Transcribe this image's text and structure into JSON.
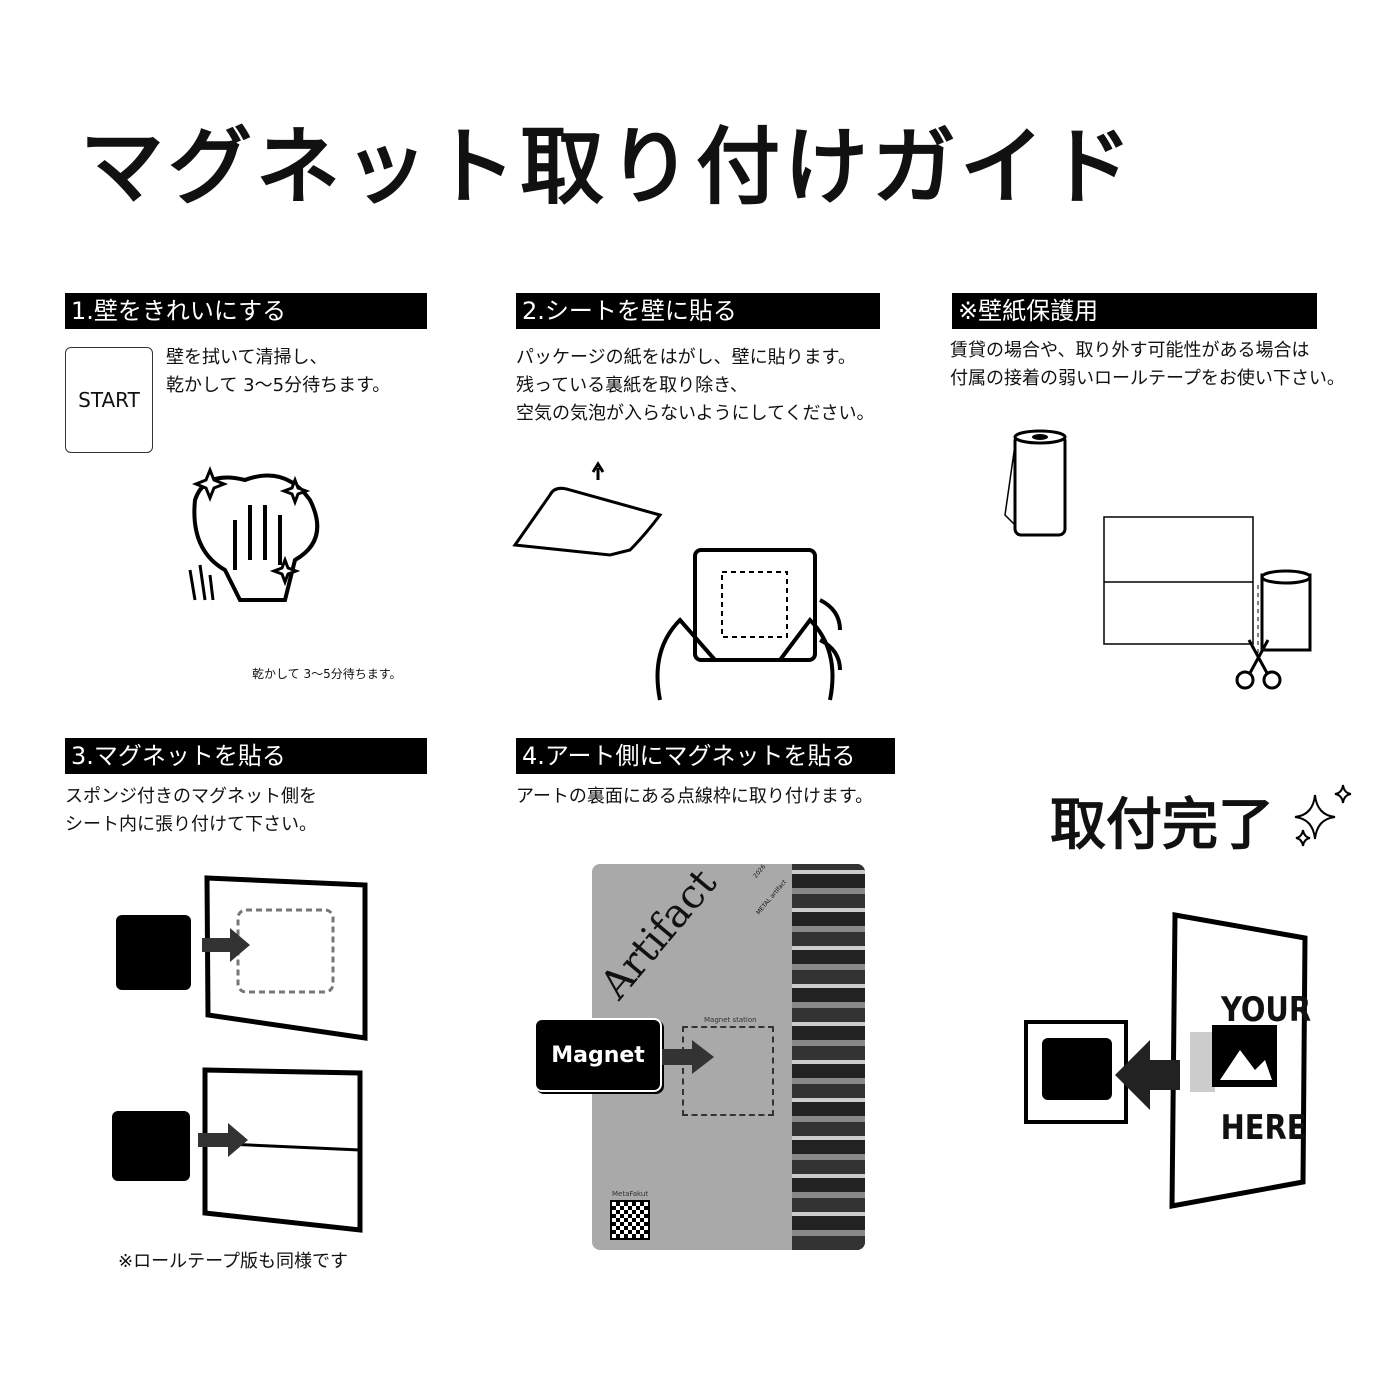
{
  "title": "マグネット取り付けガイド",
  "step1": {
    "header": "1.壁をきれいにする",
    "start": "START",
    "text": "壁を拭いて清掃し、\n乾かして 3〜5分待ちます。",
    "caption": "乾かして 3〜5分待ちます。"
  },
  "step2": {
    "header": "2.シートを壁に貼る",
    "text": "パッケージの紙をはがし、壁に貼ります。\n残っている裏紙を取り除き、\n空気の気泡が入らないようにしてください。"
  },
  "note": {
    "header": "※壁紙保護用",
    "text": "賃貸の場合や、取り外す可能性がある場合は\n付属の接着の弱いロールテープをお使い下さい。"
  },
  "step3": {
    "header": "3.マグネットを貼る",
    "text": "スポンジ付きのマグネット側を\nシート内に張り付けて下さい。",
    "caption": "※ロールテープ版も同様です"
  },
  "step4": {
    "header": "4.アート側にマグネットを貼る",
    "text": "アートの裏面にある点線枠に取り付けます。",
    "art_title": "Artifact",
    "art_year": "2026",
    "art_sub": "METAL artifact",
    "magnet_label": "Magnet",
    "station_label": "Magnet station",
    "qr_label": "MetaFakut"
  },
  "complete": {
    "text": "取付完了",
    "poster_line1": "YOUR",
    "poster_line2": "HERE"
  }
}
